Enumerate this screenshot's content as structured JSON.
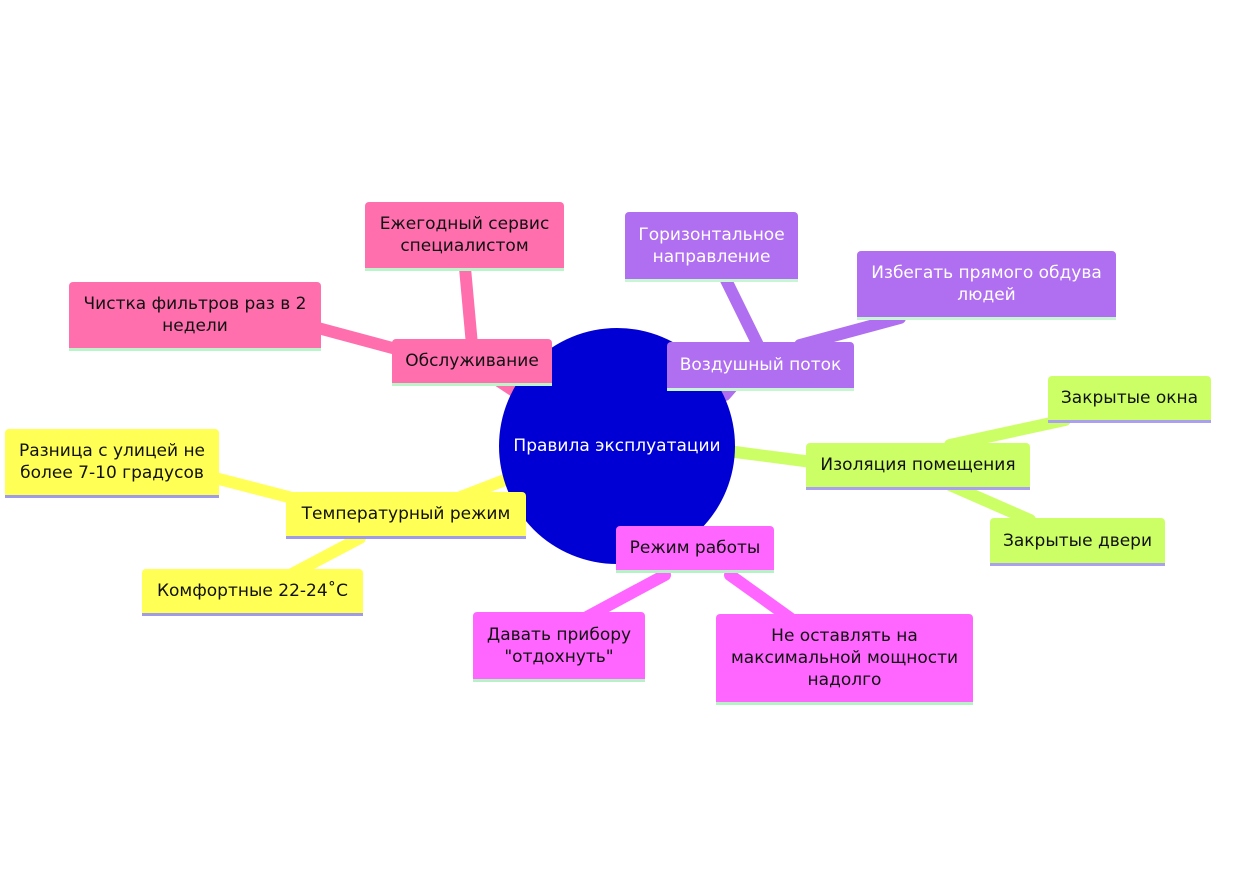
{
  "center": {
    "label": "Правила эксплуатации",
    "color": "#0000d4"
  },
  "colors": {
    "service": "#ff6fae",
    "airflow": "#b06ef0",
    "insulation": "#ccff66",
    "temperature": "#ffff55",
    "mode": "#ff66ff"
  },
  "branches": {
    "service": {
      "label": "Обслуживание",
      "children": [
        "Ежегодный сервис специалистом",
        "Чистка фильтров раз в 2 недели"
      ]
    },
    "airflow": {
      "label": "Воздушный поток",
      "children": [
        "Горизонтальное направление",
        "Избегать прямого обдува людей"
      ]
    },
    "insulation": {
      "label": "Изоляция помещения",
      "children": [
        "Закрытые окна",
        "Закрытые двери"
      ]
    },
    "temperature": {
      "label": "Температурный режим",
      "children": [
        "Разница с улицей не более 7-10 градусов",
        "Комфортные 22-24˚С"
      ]
    },
    "mode": {
      "label": "Режим работы",
      "children": [
        "Давать прибору \"отдохнуть\"",
        "Не оставлять на максимальной мощности надолго"
      ]
    }
  }
}
